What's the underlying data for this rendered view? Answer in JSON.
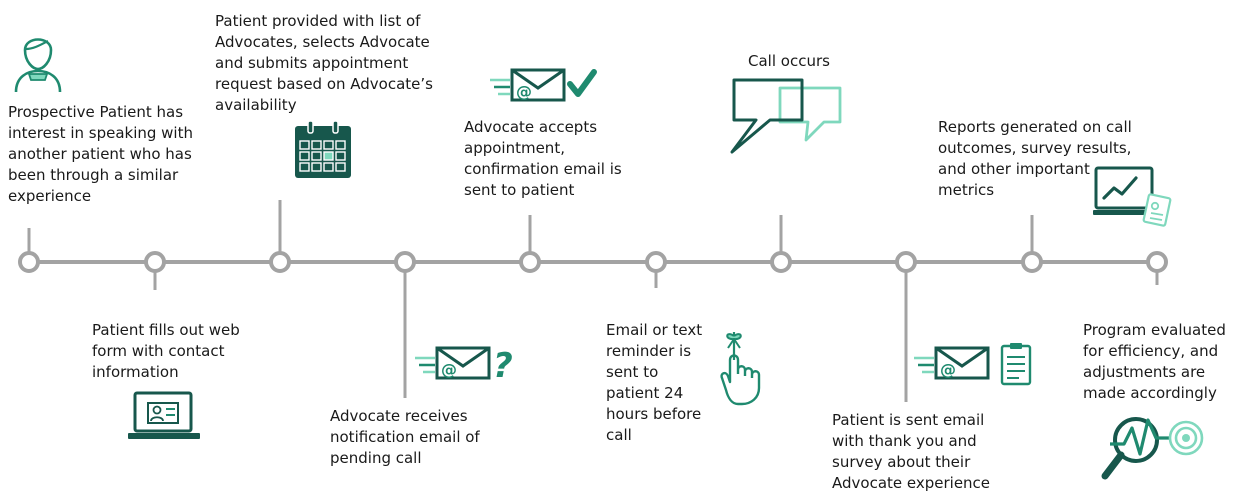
{
  "colors": {
    "line": "#a3a3a3",
    "node_fill": "#ffffff",
    "teal_dark": "#17574c",
    "teal": "#1f8a6f",
    "mint": "#7fd8bd",
    "text": "#1a1a1a"
  },
  "steps": [
    {
      "text": "Prospective Patient has interest in speaking with another patient who has been through a similar experience",
      "icon": "person-icon"
    },
    {
      "text": "Patient fills out web form with contact information",
      "icon": "laptop-profile-icon"
    },
    {
      "text": "Patient provided with list of Advocates, selects Advocate and submits appointment request based on Advocate’s availability",
      "icon": "calendar-icon"
    },
    {
      "text": "Advocate receives notification email of pending call",
      "icon": "email-question-icon"
    },
    {
      "text": "Advocate accepts appointment, confirmation email is sent to patient",
      "icon": "email-check-icon"
    },
    {
      "text": "Email or text reminder is sent to patient 24 hours before call",
      "icon": "finger-reminder-icon"
    },
    {
      "text": "Call occurs",
      "icon": "speech-bubbles-icon"
    },
    {
      "text": "Patient is sent email with thank you and survey about their Advocate experience",
      "icon": "email-clipboard-icon"
    },
    {
      "text": "Reports generated on call outcomes, survey results, and other important metrics",
      "icon": "report-chart-icon"
    },
    {
      "text": "Program evaluated for efficiency, and adjustments are made accordingly",
      "icon": "magnifier-evaluation-icon"
    }
  ]
}
